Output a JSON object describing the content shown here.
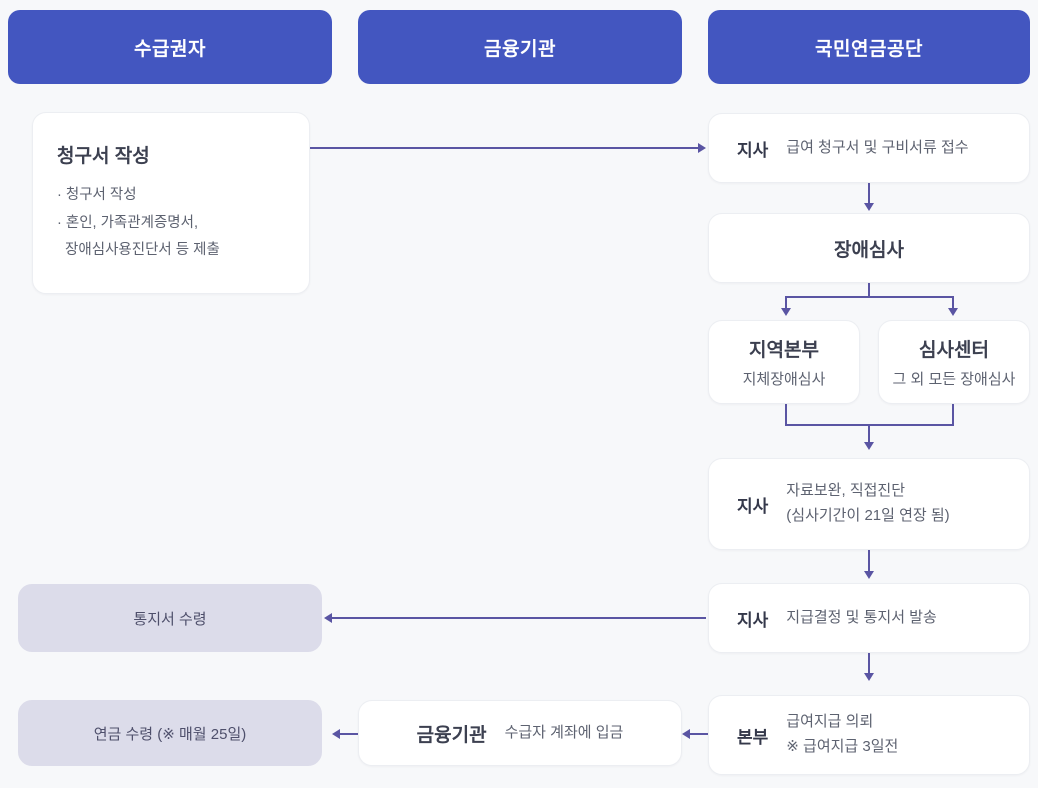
{
  "columns": [
    {
      "id": "beneficiary",
      "label": "수급권자"
    },
    {
      "id": "financial",
      "label": "금융기관"
    },
    {
      "id": "nps",
      "label": "국민연금공단"
    }
  ],
  "nodes": {
    "claim_form": {
      "title": "청구서 작성",
      "bullets": [
        "· 청구서 작성",
        "· 혼인, 가족관계증명서,",
        "  장애심사용진단서 등 제출"
      ]
    },
    "branch_intake": {
      "tag": "지사",
      "text": "급여 청구서 및 구비서류 접수"
    },
    "disability_review": {
      "text": "장애심사"
    },
    "regional_hq": {
      "title": "지역본부",
      "sub": "지체장애심사"
    },
    "review_center": {
      "title": "심사센터",
      "sub": "그 외 모든 장애심사"
    },
    "branch_supplement": {
      "tag": "지사",
      "line1": "자료보완, 직접진단",
      "line2": "(심사기간이 21일 연장 됨)"
    },
    "branch_notice": {
      "tag": "지사",
      "text": "지급결정 및 통지서 발송"
    },
    "hq_payment": {
      "tag": "본부",
      "line1": "급여지급 의뢰",
      "line2": "※ 급여지급 3일전"
    },
    "bank_deposit": {
      "tag": "금융기관",
      "text": "수급자 계좌에 입금"
    },
    "notice_receipt": {
      "text": "통지서 수령"
    },
    "pension_receipt": {
      "text": "연금 수령 (※ 매월 25일)"
    }
  },
  "colors": {
    "header_bg": "#4356c0",
    "header_text": "#ffffff",
    "card_bg": "#ffffff",
    "lavender_bg": "#dcdcea",
    "connector": "#5a55a3",
    "page_bg": "#f7f8fa"
  }
}
